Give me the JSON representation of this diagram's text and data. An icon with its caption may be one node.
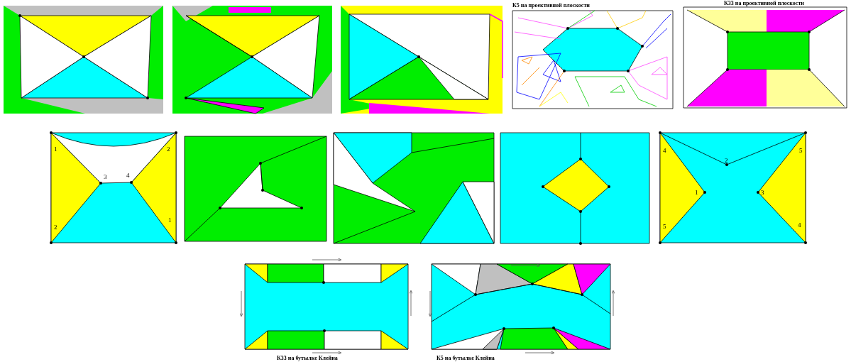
{
  "diagram": {
    "labels": [
      "К5 на проективной плоскости",
      "К33 на проективной плоскости",
      "1",
      "2",
      "3",
      "4",
      "2",
      "1",
      "4",
      "5",
      "2",
      "1",
      "3",
      "5",
      "4",
      "К33 на бутылке Клейна",
      "К5 на бутылке Клейна"
    ]
  }
}
